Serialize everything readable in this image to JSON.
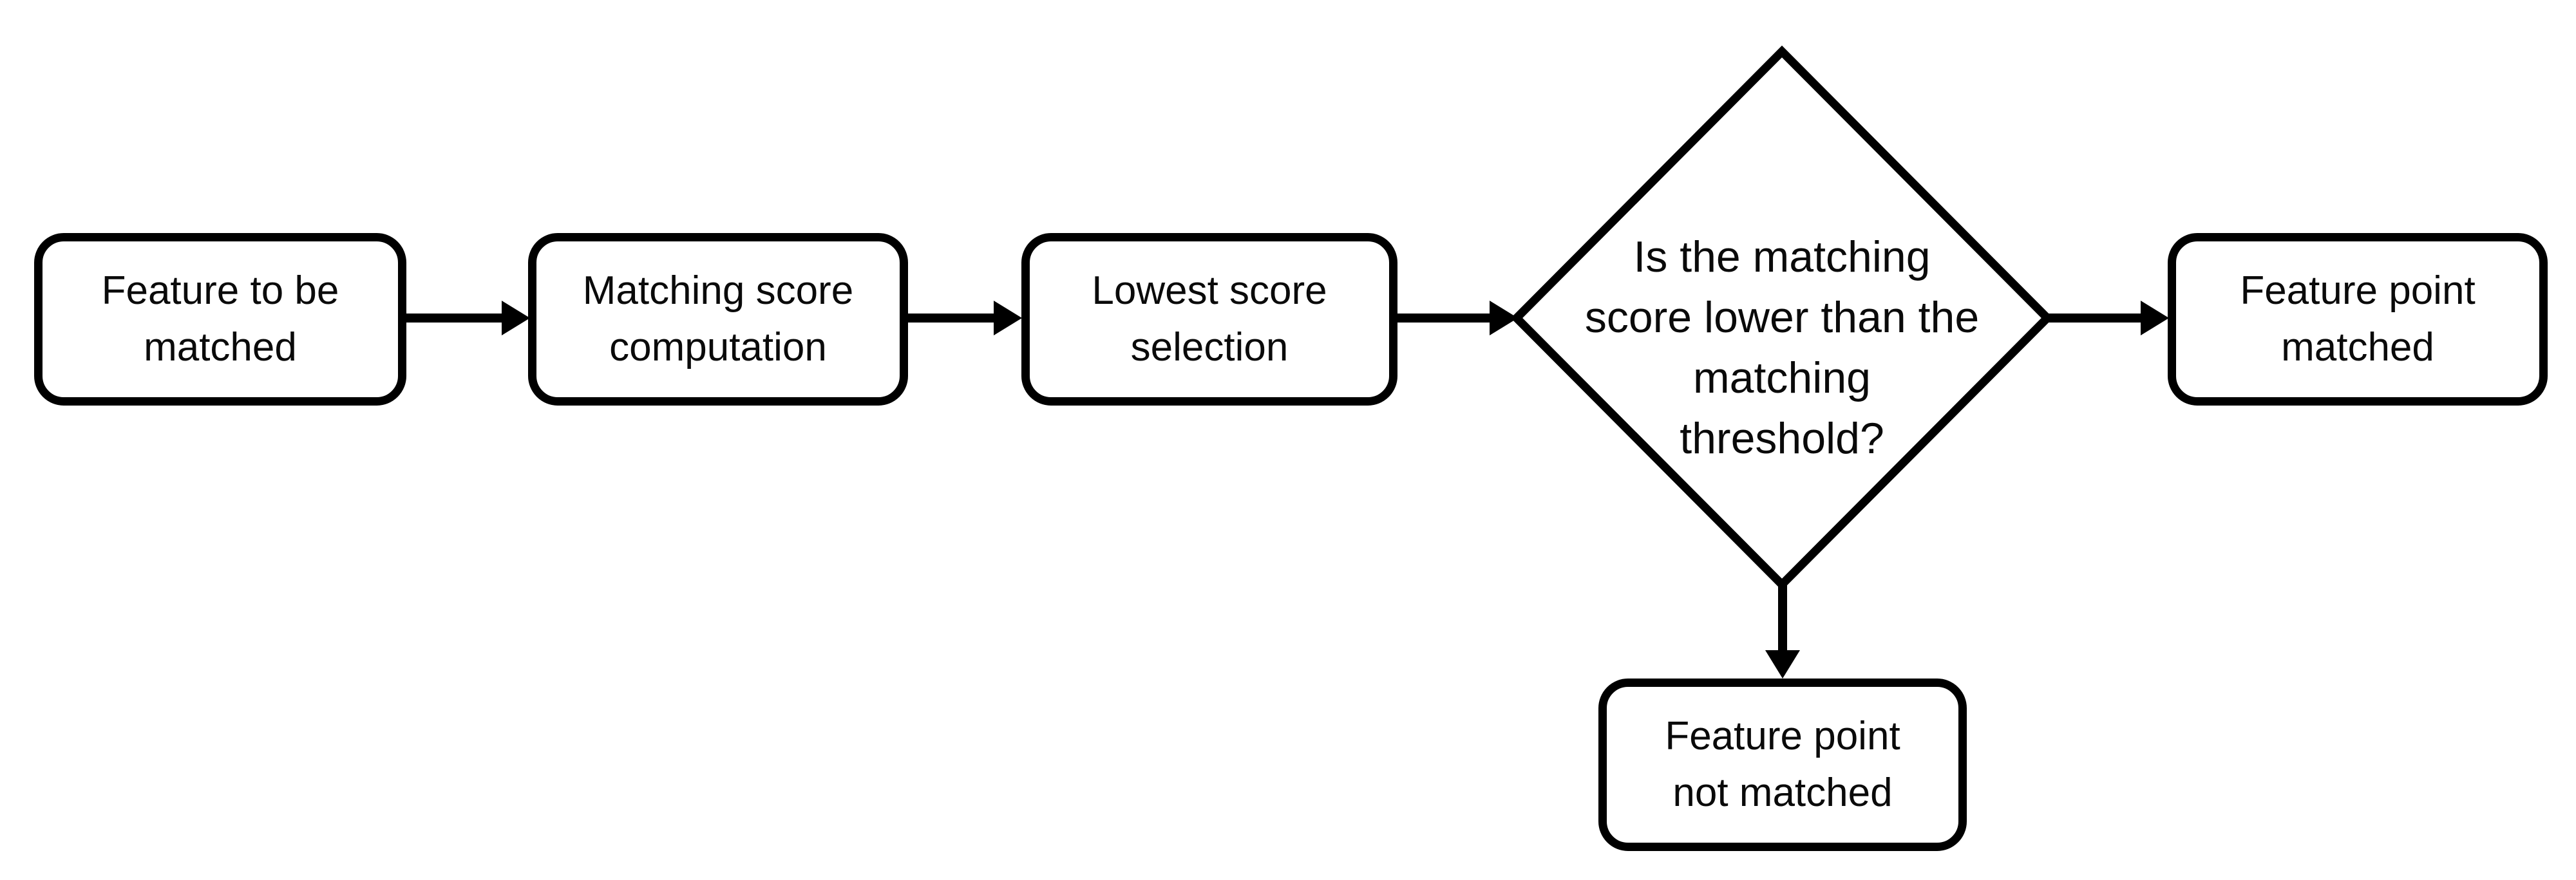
{
  "diagram": {
    "type": "flowchart",
    "background_color": "#ffffff",
    "stroke_color": "#000000",
    "text_color": "#0a0a0a",
    "nodes": {
      "feature_to_be_matched": {
        "shape": "rounded-rectangle",
        "label": "Feature to be\nmatched"
      },
      "matching_score_computation": {
        "shape": "rounded-rectangle",
        "label": "Matching score\ncomputation"
      },
      "lowest_score_selection": {
        "shape": "rounded-rectangle",
        "label": "Lowest score\nselection"
      },
      "threshold_decision": {
        "shape": "diamond",
        "label": "Is the matching\nscore lower than the\nmatching\nthreshold?"
      },
      "feature_point_matched": {
        "shape": "rounded-rectangle",
        "label": "Feature point\nmatched"
      },
      "feature_point_not_matched": {
        "shape": "rounded-rectangle",
        "label": "Feature point\nnot matched"
      }
    },
    "edges": [
      {
        "from": "feature_to_be_matched",
        "to": "matching_score_computation",
        "direction": "right"
      },
      {
        "from": "matching_score_computation",
        "to": "lowest_score_selection",
        "direction": "right"
      },
      {
        "from": "lowest_score_selection",
        "to": "threshold_decision",
        "direction": "right"
      },
      {
        "from": "threshold_decision",
        "to": "feature_point_matched",
        "direction": "right"
      },
      {
        "from": "threshold_decision",
        "to": "feature_point_not_matched",
        "direction": "down"
      }
    ]
  }
}
